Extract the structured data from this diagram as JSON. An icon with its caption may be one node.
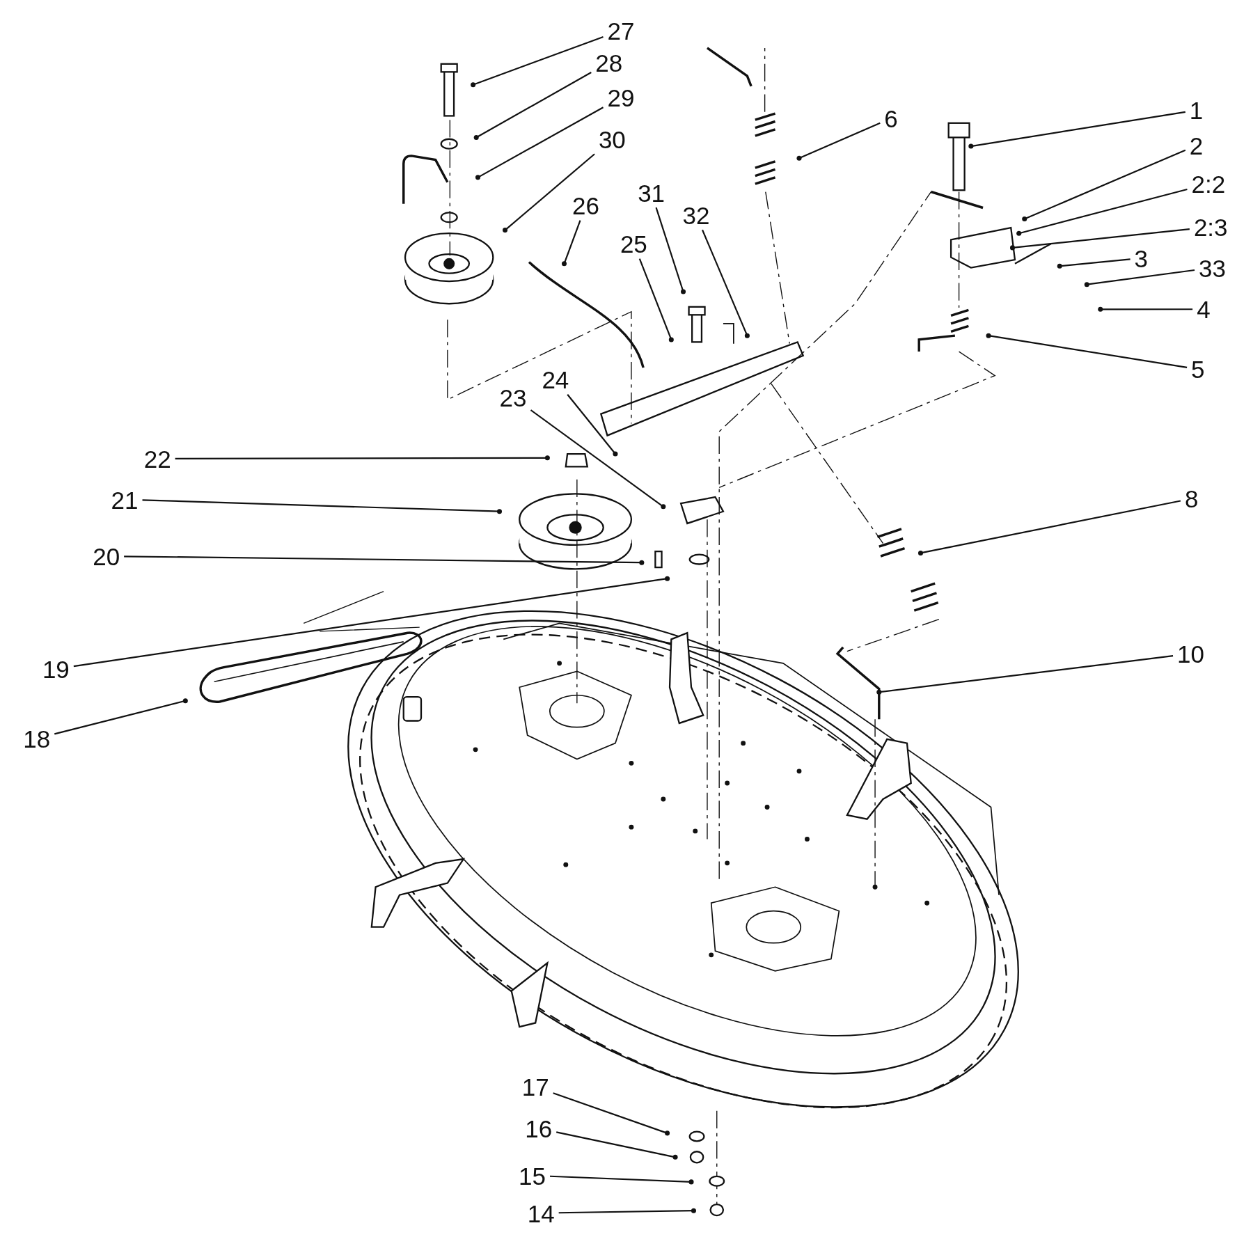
{
  "diagram": {
    "nodes": [
      {
        "text": [
          "27"
        ]
      },
      {
        "text": [
          "28"
        ]
      },
      {
        "text": [
          "29"
        ]
      },
      {
        "text": [
          "30"
        ]
      },
      {
        "text": [
          "6"
        ]
      },
      {
        "text": [
          "1"
        ]
      },
      {
        "text": [
          "2"
        ]
      },
      {
        "text": [
          "26"
        ]
      },
      {
        "text": [
          "31"
        ]
      },
      {
        "text": [
          "2:2"
        ]
      },
      {
        "text": [
          "32"
        ]
      },
      {
        "text": [
          "25"
        ]
      },
      {
        "text": [
          "2:3"
        ]
      },
      {
        "text": [
          "3"
        ]
      },
      {
        "text": [
          "33"
        ]
      },
      {
        "text": [
          "4"
        ]
      },
      {
        "text": [
          "5"
        ]
      },
      {
        "text": [
          "24"
        ]
      },
      {
        "text": [
          "23"
        ]
      },
      {
        "text": [
          "22"
        ]
      },
      {
        "text": [
          "21"
        ]
      },
      {
        "text": [
          "20"
        ]
      },
      {
        "text": [
          "8"
        ]
      },
      {
        "text": [
          "10"
        ]
      },
      {
        "text": [
          "19"
        ]
      },
      {
        "text": [
          "18"
        ]
      },
      {
        "text": [
          "17"
        ]
      },
      {
        "text": [
          "16"
        ]
      },
      {
        "text": [
          "15"
        ]
      },
      {
        "text": [
          "14"
        ]
      }
    ],
    "edges": [
      {
        "from": 0,
        "to": null,
        "arrow": "other"
      },
      {
        "from": 1,
        "to": null,
        "arrow": "other"
      },
      {
        "from": 2,
        "to": null,
        "arrow": "other"
      },
      {
        "from": 3,
        "to": null,
        "arrow": "other"
      },
      {
        "from": 4,
        "to": null,
        "arrow": "other"
      },
      {
        "from": 5,
        "to": null,
        "arrow": "other"
      },
      {
        "from": 6,
        "to": null,
        "arrow": "other"
      },
      {
        "from": 7,
        "to": null,
        "arrow": "other"
      },
      {
        "from": 8,
        "to": null,
        "arrow": "other"
      },
      {
        "from": 9,
        "to": null,
        "arrow": "other"
      },
      {
        "from": 10,
        "to": null,
        "arrow": "other"
      },
      {
        "from": 11,
        "to": null,
        "arrow": "other"
      },
      {
        "from": 12,
        "to": null,
        "arrow": "other"
      },
      {
        "from": 13,
        "to": null,
        "arrow": "other"
      },
      {
        "from": 14,
        "to": null,
        "arrow": "other"
      },
      {
        "from": 15,
        "to": null,
        "arrow": "other"
      },
      {
        "from": 16,
        "to": null,
        "arrow": "other"
      },
      {
        "from": 17,
        "to": null,
        "arrow": "other"
      },
      {
        "from": 18,
        "to": null,
        "arrow": "other"
      },
      {
        "from": 19,
        "to": null,
        "arrow": "other"
      },
      {
        "from": 20,
        "to": null,
        "arrow": "other"
      },
      {
        "from": 21,
        "to": null,
        "arrow": "other"
      },
      {
        "from": 22,
        "to": null,
        "arrow": "other"
      },
      {
        "from": 23,
        "to": null,
        "arrow": "other"
      },
      {
        "from": 24,
        "to": null,
        "arrow": "other"
      },
      {
        "from": 25,
        "to": null,
        "arrow": "other"
      },
      {
        "from": 26,
        "to": null,
        "arrow": "other"
      },
      {
        "from": 27,
        "to": null,
        "arrow": "other"
      },
      {
        "from": 28,
        "to": null,
        "arrow": "other"
      },
      {
        "from": 29,
        "to": null,
        "arrow": "other"
      }
    ]
  }
}
